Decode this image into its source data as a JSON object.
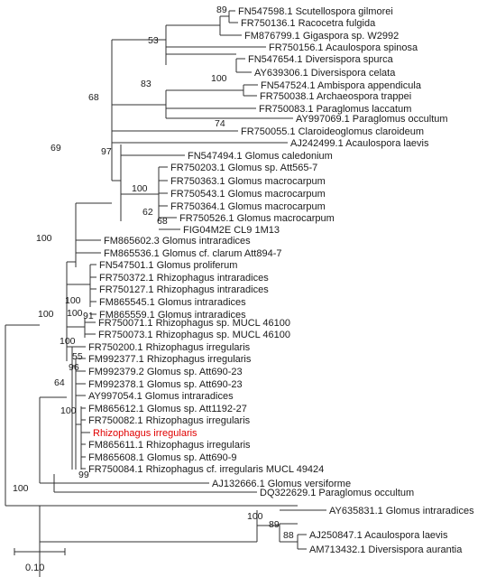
{
  "taxa": {
    "t01": "FN547598.1 Scutellospora gilmorei",
    "t02": "FR750136.1 Racocetra fulgida",
    "t03": "FM876799.1 Gigaspora sp. W2992",
    "t04": "FR750156.1 Acaulospora spinosa",
    "t05": "FN547654.1 Diversispora spurca",
    "t06": "AY639306.1 Diversispora celata",
    "t07": "FN547524.1 Ambispora appendicula",
    "t08": "FR750038.1 Archaeospora trappei",
    "t09": "FR750083.1 Paraglomus laccatum",
    "t10": "AY997069.1 Paraglomus occultum",
    "t11": "FR750055.1 Claroideoglomus claroideum",
    "t12": "AJ242499.1 Acaulospora laevis",
    "t13": "FN547494.1 Glomus caledonium",
    "t14": "FR750203.1 Glomus sp. Att565-7",
    "t15": "FR750363.1 Glomus macrocarpum",
    "t16": "FR750543.1 Glomus macrocarpum",
    "t17": "FR750364.1 Glomus macrocarpum",
    "t18": "FR750526.1 Glomus macrocarpum",
    "t19": "FIG04M2E CL9 1M13",
    "t20": "FM865602.3 Glomus intraradices",
    "t21": "FM865536.1 Glomus cf. clarum Att894-7",
    "t22": "FN547501.1 Glomus proliferum",
    "t23": "FR750372.1 Rhizophagus intraradices",
    "t24": "FR750127.1 Rhizophagus intraradices",
    "t25": "FM865545.1 Glomus intraradices",
    "t26": "FM865559.1 Glomus intraradices",
    "t27": "FR750071.1 Rhizophagus sp. MUCL 46100",
    "t28": "FR750073.1 Rhizophagus sp. MUCL 46100",
    "t29": "FR750200.1 Rhizophagus irregularis",
    "t30": "FM992377.1 Rhizophagus irregularis",
    "t31": "FM992379.2 Glomus sp. Att690-23",
    "t32": "FM992378.1 Glomus sp. Att690-23",
    "t33": "AY997054.1 Glomus intraradices",
    "t34": "FM865612.1 Glomus sp. Att1192-27",
    "t35": "FR750082.1 Rhizophagus irregularis",
    "t36": "Rhizophagus irregularis",
    "t37": "FM865611.1 Rhizophagus irregularis",
    "t38": "FM865608.1 Glomus sp. Att690-9",
    "t39": "FR750084.1 Rhizophagus cf. irregularis MUCL 49424",
    "t40": "AJ132666.1 Glomus versiforme",
    "t41": "DQ322629.1 Paraglomus occultum",
    "t42": "AY635831.1 Glomus intraradices",
    "t43": "AJ250847.1 Acaulospora laevis",
    "t44": "AM713432.1 Diversispora aurantia"
  },
  "support": {
    "s89a": "89",
    "s53": "53",
    "s100a": "100",
    "s83": "83",
    "s68": "68",
    "s74": "74",
    "s69": "69",
    "s97": "97",
    "s100b": "100",
    "s62": "62",
    "s68b": "68",
    "s100root": "100",
    "s100c": "100",
    "s100d": "100",
    "s91": "91",
    "s100e": "100",
    "s55": "55",
    "s96": "96",
    "s64": "64",
    "s100f": "100",
    "s99": "99",
    "s100g": "100",
    "s100h": "100",
    "s89b": "89",
    "s88": "88"
  },
  "scale": {
    "label": "0.10"
  },
  "colors": {
    "highlight": "#e00000",
    "branch": "#303030",
    "text": "#1a1a1a"
  }
}
